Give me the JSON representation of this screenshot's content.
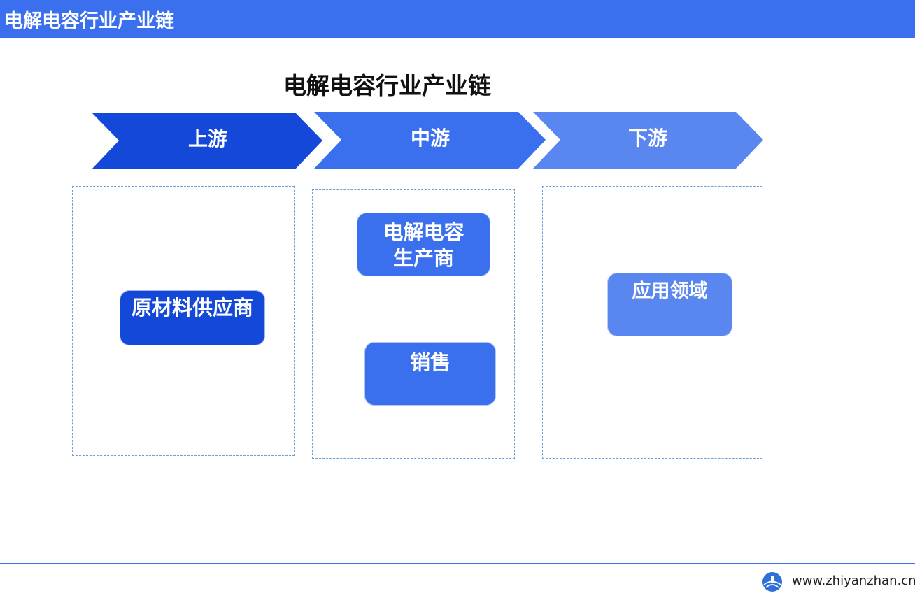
{
  "header": {
    "title": "电解电容行业产业链"
  },
  "diagram": {
    "title": "电解电容行业产业链",
    "stages": [
      {
        "label": "上游",
        "nodes": [
          {
            "label": "原材料供应商"
          }
        ]
      },
      {
        "label": "中游",
        "nodes": [
          {
            "label": "电解电容\n生产商"
          },
          {
            "label": "销售"
          }
        ]
      },
      {
        "label": "下游",
        "nodes": [
          {
            "label": "应用领域"
          }
        ]
      }
    ]
  },
  "colors": {
    "header": "#3a6fed",
    "upstream": "#1448d8",
    "midstream": "#3a6fed",
    "downstream": "#5a86f0"
  },
  "footer": {
    "url": "www.zhiyanzhan.cn",
    "logo_icon": "globe-logo-icon"
  }
}
